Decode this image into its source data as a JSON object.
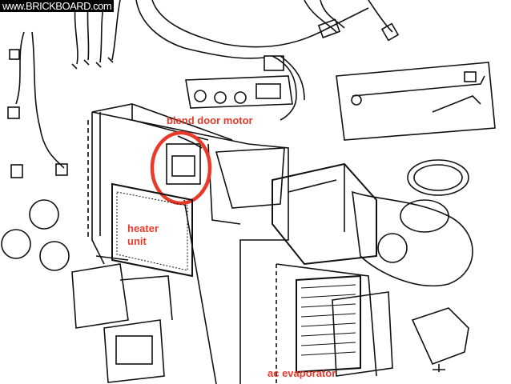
{
  "watermark": "www.BRICKBOARD.com",
  "labels": {
    "blend_door_motor": "blend door motor",
    "heater_unit_line1": "heater",
    "heater_unit_line2": "unit",
    "ac_evaporator": "ac evaporator"
  },
  "colors": {
    "annotation": "#e8392a",
    "line": "#111111"
  }
}
